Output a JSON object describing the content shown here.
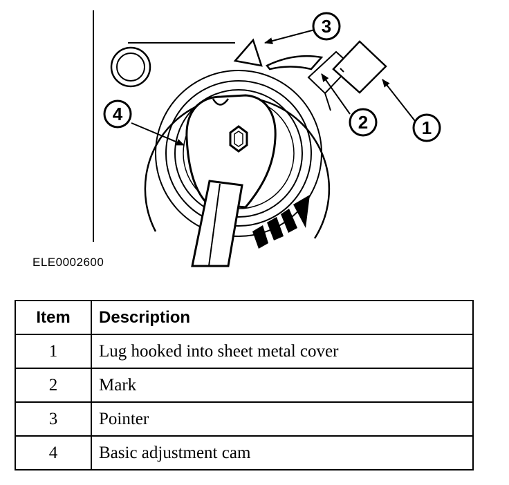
{
  "figure": {
    "code": "ELE0002600",
    "callouts": [
      "1",
      "2",
      "3",
      "4"
    ]
  },
  "legend": {
    "headers": {
      "item": "Item",
      "description": "Description"
    },
    "rows": [
      {
        "item": "1",
        "description": "Lug hooked into sheet metal cover"
      },
      {
        "item": "2",
        "description": "Mark"
      },
      {
        "item": "3",
        "description": "Pointer"
      },
      {
        "item": "4",
        "description": "Basic adjustment cam"
      }
    ]
  }
}
